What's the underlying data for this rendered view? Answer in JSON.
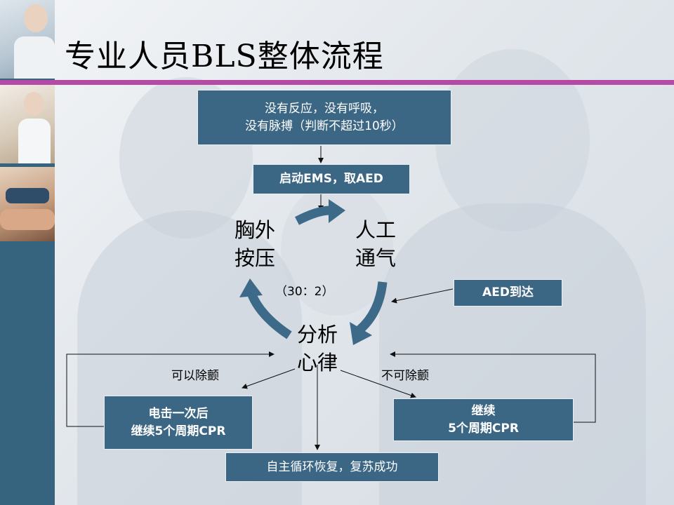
{
  "title": "专业人员BLS整体流程",
  "colors": {
    "accent_rule": "#b54aa6",
    "box_fill": "#3b6684",
    "cycle_arrow": "#3d6a88",
    "left_bar": "#36647f"
  },
  "steps": {
    "assess": "没有反应，没有呼吸，\n没有脉搏（判断不超过10秒）",
    "activate": "启动EMS，取AED",
    "aed_arrives": "AED到达",
    "shock": "电击一次后\n继续5个周期CPR",
    "continue": "继续\n5个周期CPR",
    "rosc": "自主循环恢复，复苏成功"
  },
  "cycle": {
    "compressions": "胸外\n按压",
    "ventilation": "人工\n通气",
    "ratio": "（30：2）",
    "analyze": "分析\n心律"
  },
  "branches": {
    "shockable": "可以除颤",
    "non_shockable": "不可除颤"
  }
}
